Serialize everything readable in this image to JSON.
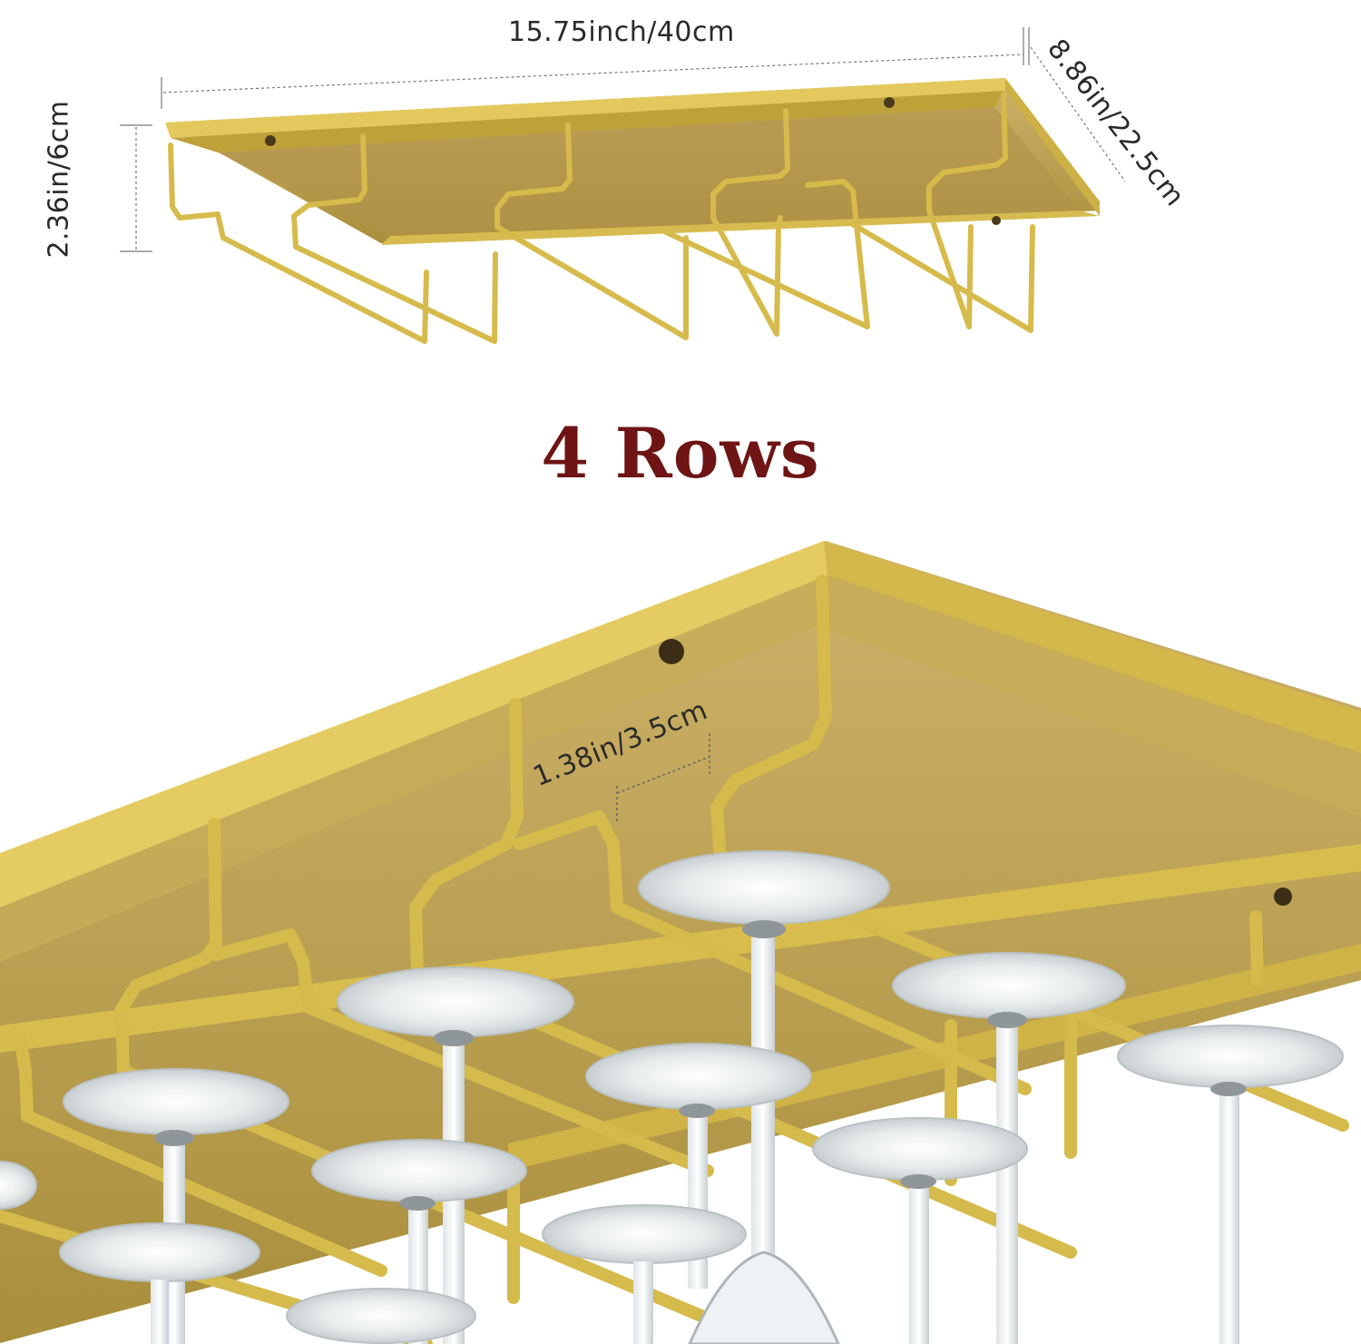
{
  "headline": "4 Rows",
  "dimensions": {
    "width": "15.75inch/40cm",
    "depth": "8.86in/22.5cm",
    "height": "2.36in/6cm",
    "slot_spacing": "1.38in/3.5cm"
  },
  "colors": {
    "gold": "#d8bc4a",
    "gold_dark": "#b89a2c",
    "headline": "#6e1414",
    "glass": "#eef2f4"
  },
  "product": {
    "rows": 4
  }
}
